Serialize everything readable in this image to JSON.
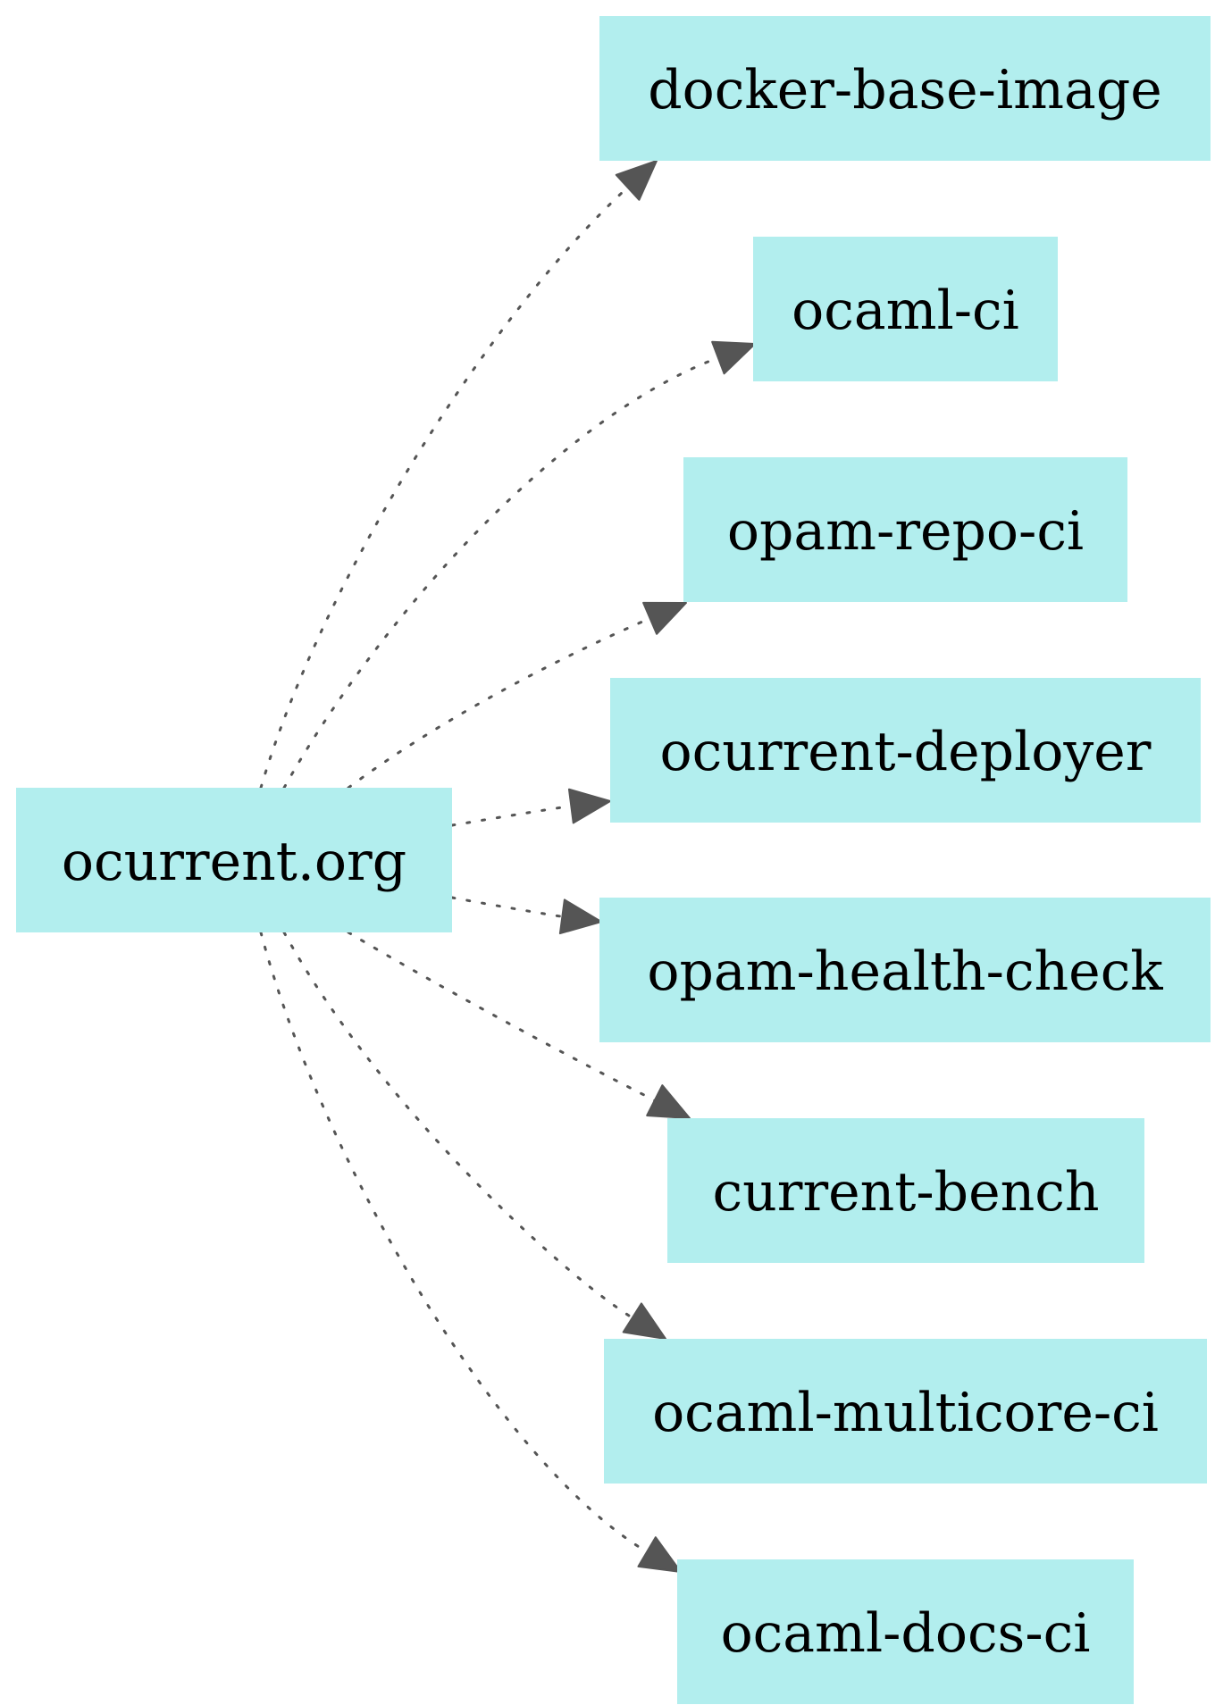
{
  "graph": {
    "root": {
      "id": "root",
      "label": "ocurrent.org"
    },
    "nodes": [
      {
        "id": "docker-base-image",
        "label": "docker-base-image"
      },
      {
        "id": "ocaml-ci",
        "label": "ocaml-ci"
      },
      {
        "id": "opam-repo-ci",
        "label": "opam-repo-ci"
      },
      {
        "id": "ocurrent-deployer",
        "label": "ocurrent-deployer"
      },
      {
        "id": "opam-health-check",
        "label": "opam-health-check"
      },
      {
        "id": "current-bench",
        "label": "current-bench"
      },
      {
        "id": "ocaml-multicore-ci",
        "label": "ocaml-multicore-ci"
      },
      {
        "id": "ocaml-docs-ci",
        "label": "ocaml-docs-ci"
      }
    ],
    "edges": [
      {
        "from": "root",
        "to": "docker-base-image",
        "style": "dotted"
      },
      {
        "from": "root",
        "to": "ocaml-ci",
        "style": "dotted"
      },
      {
        "from": "root",
        "to": "opam-repo-ci",
        "style": "dotted"
      },
      {
        "from": "root",
        "to": "ocurrent-deployer",
        "style": "dotted"
      },
      {
        "from": "root",
        "to": "opam-health-check",
        "style": "dotted"
      },
      {
        "from": "root",
        "to": "current-bench",
        "style": "dotted"
      },
      {
        "from": "root",
        "to": "ocaml-multicore-ci",
        "style": "dotted"
      },
      {
        "from": "root",
        "to": "ocaml-docs-ci",
        "style": "dotted"
      }
    ]
  },
  "colors": {
    "node_fill": "#b2eeee",
    "edge": "#555555",
    "text": "#000000",
    "background": "#ffffff"
  }
}
